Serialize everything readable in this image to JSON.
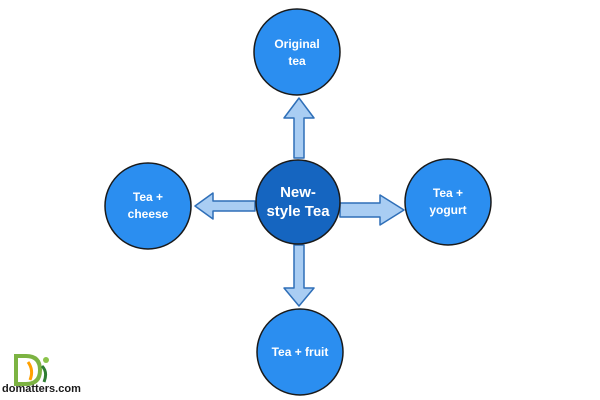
{
  "diagram": {
    "center": {
      "label_line1": "New-",
      "label_line2": "style Tea"
    },
    "top": {
      "label_line1": "Original",
      "label_line2": "tea"
    },
    "left": {
      "label_line1": "Tea +",
      "label_line2": "cheese"
    },
    "right": {
      "label_line1": "Tea +",
      "label_line2": "yogurt"
    },
    "bottom": {
      "label_line1": "Tea + fruit"
    }
  },
  "watermark": {
    "text": "domatters.com"
  },
  "colors": {
    "center_fill": "#1565c0",
    "outer_fill": "#2b8ef0",
    "node_stroke": "#1a1a1a",
    "arrow_fill": "#a9cdf3",
    "arrow_stroke": "#2f6fb8"
  }
}
